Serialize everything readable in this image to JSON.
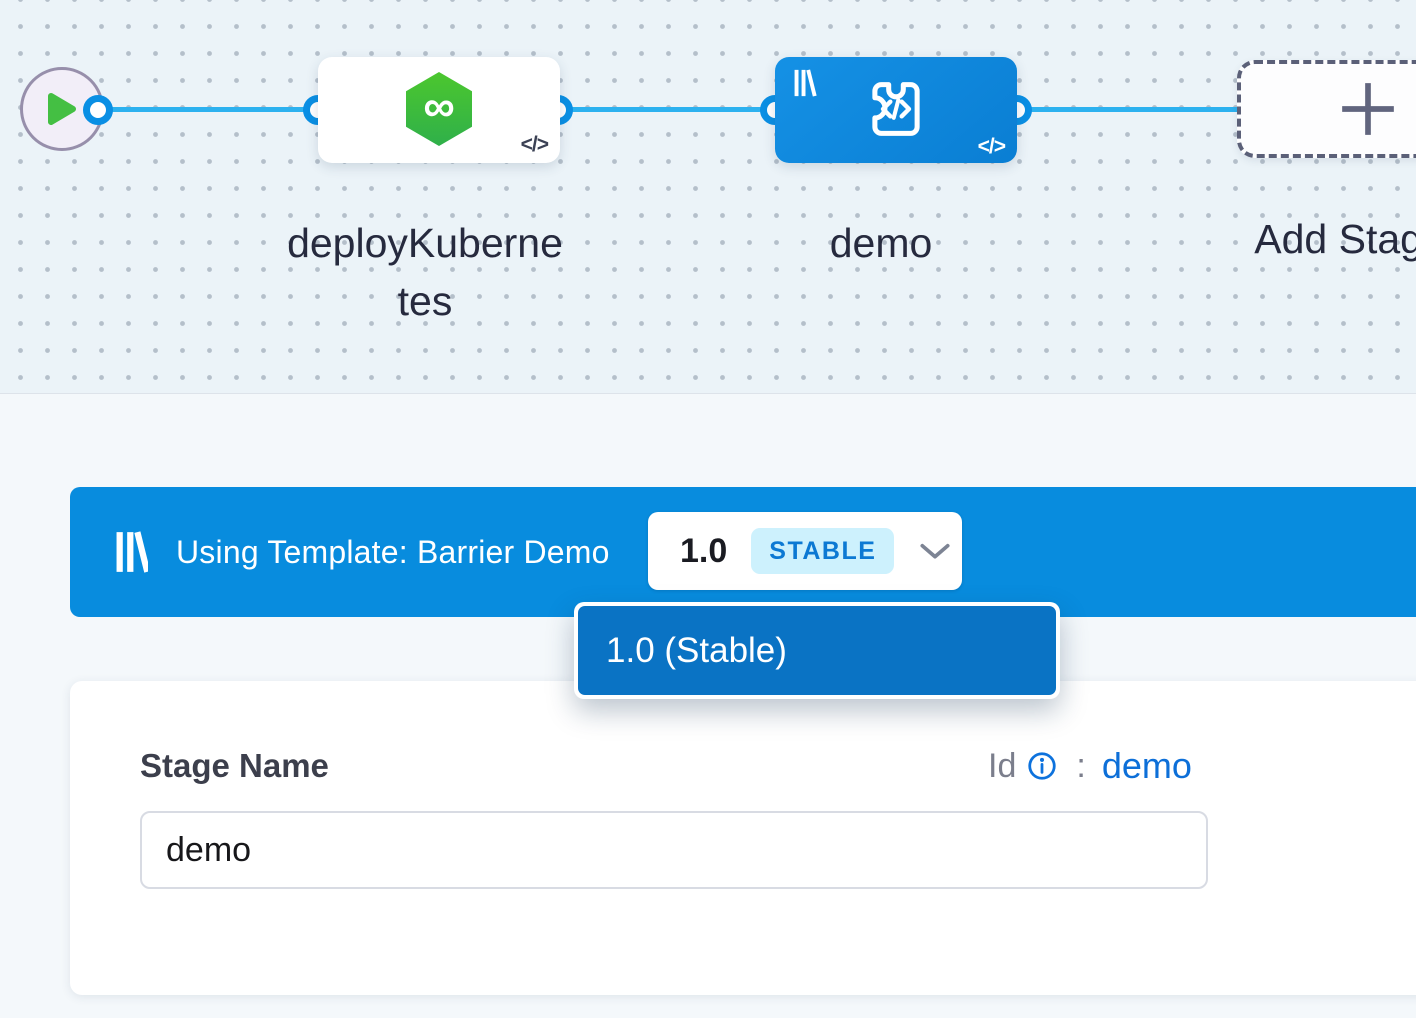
{
  "pipeline_canvas": {
    "stages": [
      {
        "name": "deployKubernetes",
        "type": "deploy"
      },
      {
        "name": "demo",
        "type": "custom-template"
      }
    ],
    "add_stage_label": "Add Stage",
    "code_icon_glyph": "</>",
    "infinity_glyph": "∞"
  },
  "template_banner": {
    "message": "Using Template: Barrier Demo",
    "version": "1.0",
    "version_badge": "STABLE"
  },
  "version_dropdown": {
    "options": [
      {
        "label": "1.0 (Stable)",
        "selected": true
      }
    ]
  },
  "stage_form": {
    "name_label": "Stage Name",
    "id_label": "Id",
    "id_separator": ":",
    "id_value": "demo",
    "name_value": "demo"
  },
  "colors": {
    "banner_blue": "#088cde",
    "dropdown_item_blue": "#0a73c4",
    "stage_node_blue": "#0d86da",
    "deploy_green": "#3fbf31",
    "connector_blue": "#2cb1ef",
    "port_ring_blue": "#0a8fe4",
    "badge_bg": "#cdf1fd",
    "badge_text": "#0c79d3",
    "link_blue": "#0d6fd8",
    "canvas_bg": "#ebf3f8"
  }
}
